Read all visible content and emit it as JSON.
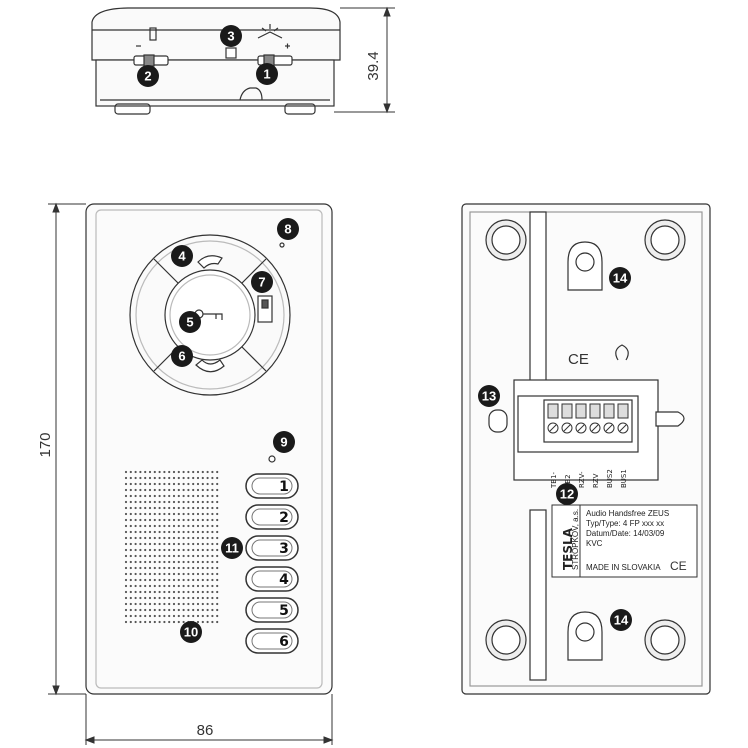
{
  "dimensions": {
    "top_height": "39.4",
    "height": "170",
    "width": "86"
  },
  "callouts": [
    "1",
    "2",
    "3",
    "4",
    "5",
    "6",
    "7",
    "8",
    "9",
    "10",
    "11",
    "12",
    "13",
    "14",
    "14"
  ],
  "call_buttons": [
    "1",
    "2",
    "3",
    "4",
    "5",
    "6"
  ],
  "terminals": [
    "TB1-",
    "TB2",
    "RZV-",
    "RZV",
    "BUS2",
    "BUS1"
  ],
  "label": {
    "brand": "TESLA",
    "company": "STROPKOV, a.s.",
    "line1": "Audio Handsfree ZEUS",
    "line2": "Typ/Type: 4 FP xxx xx",
    "line3": "Datum/Date: 14/03/09",
    "line4": "KVC",
    "line5": "MADE IN SLOVAKIA",
    "ce": "CE"
  },
  "marks": {
    "ce": "CE"
  },
  "colors": {
    "badge": "#1a1a1a",
    "line": "#333333",
    "speaker_dot": "#555555"
  }
}
